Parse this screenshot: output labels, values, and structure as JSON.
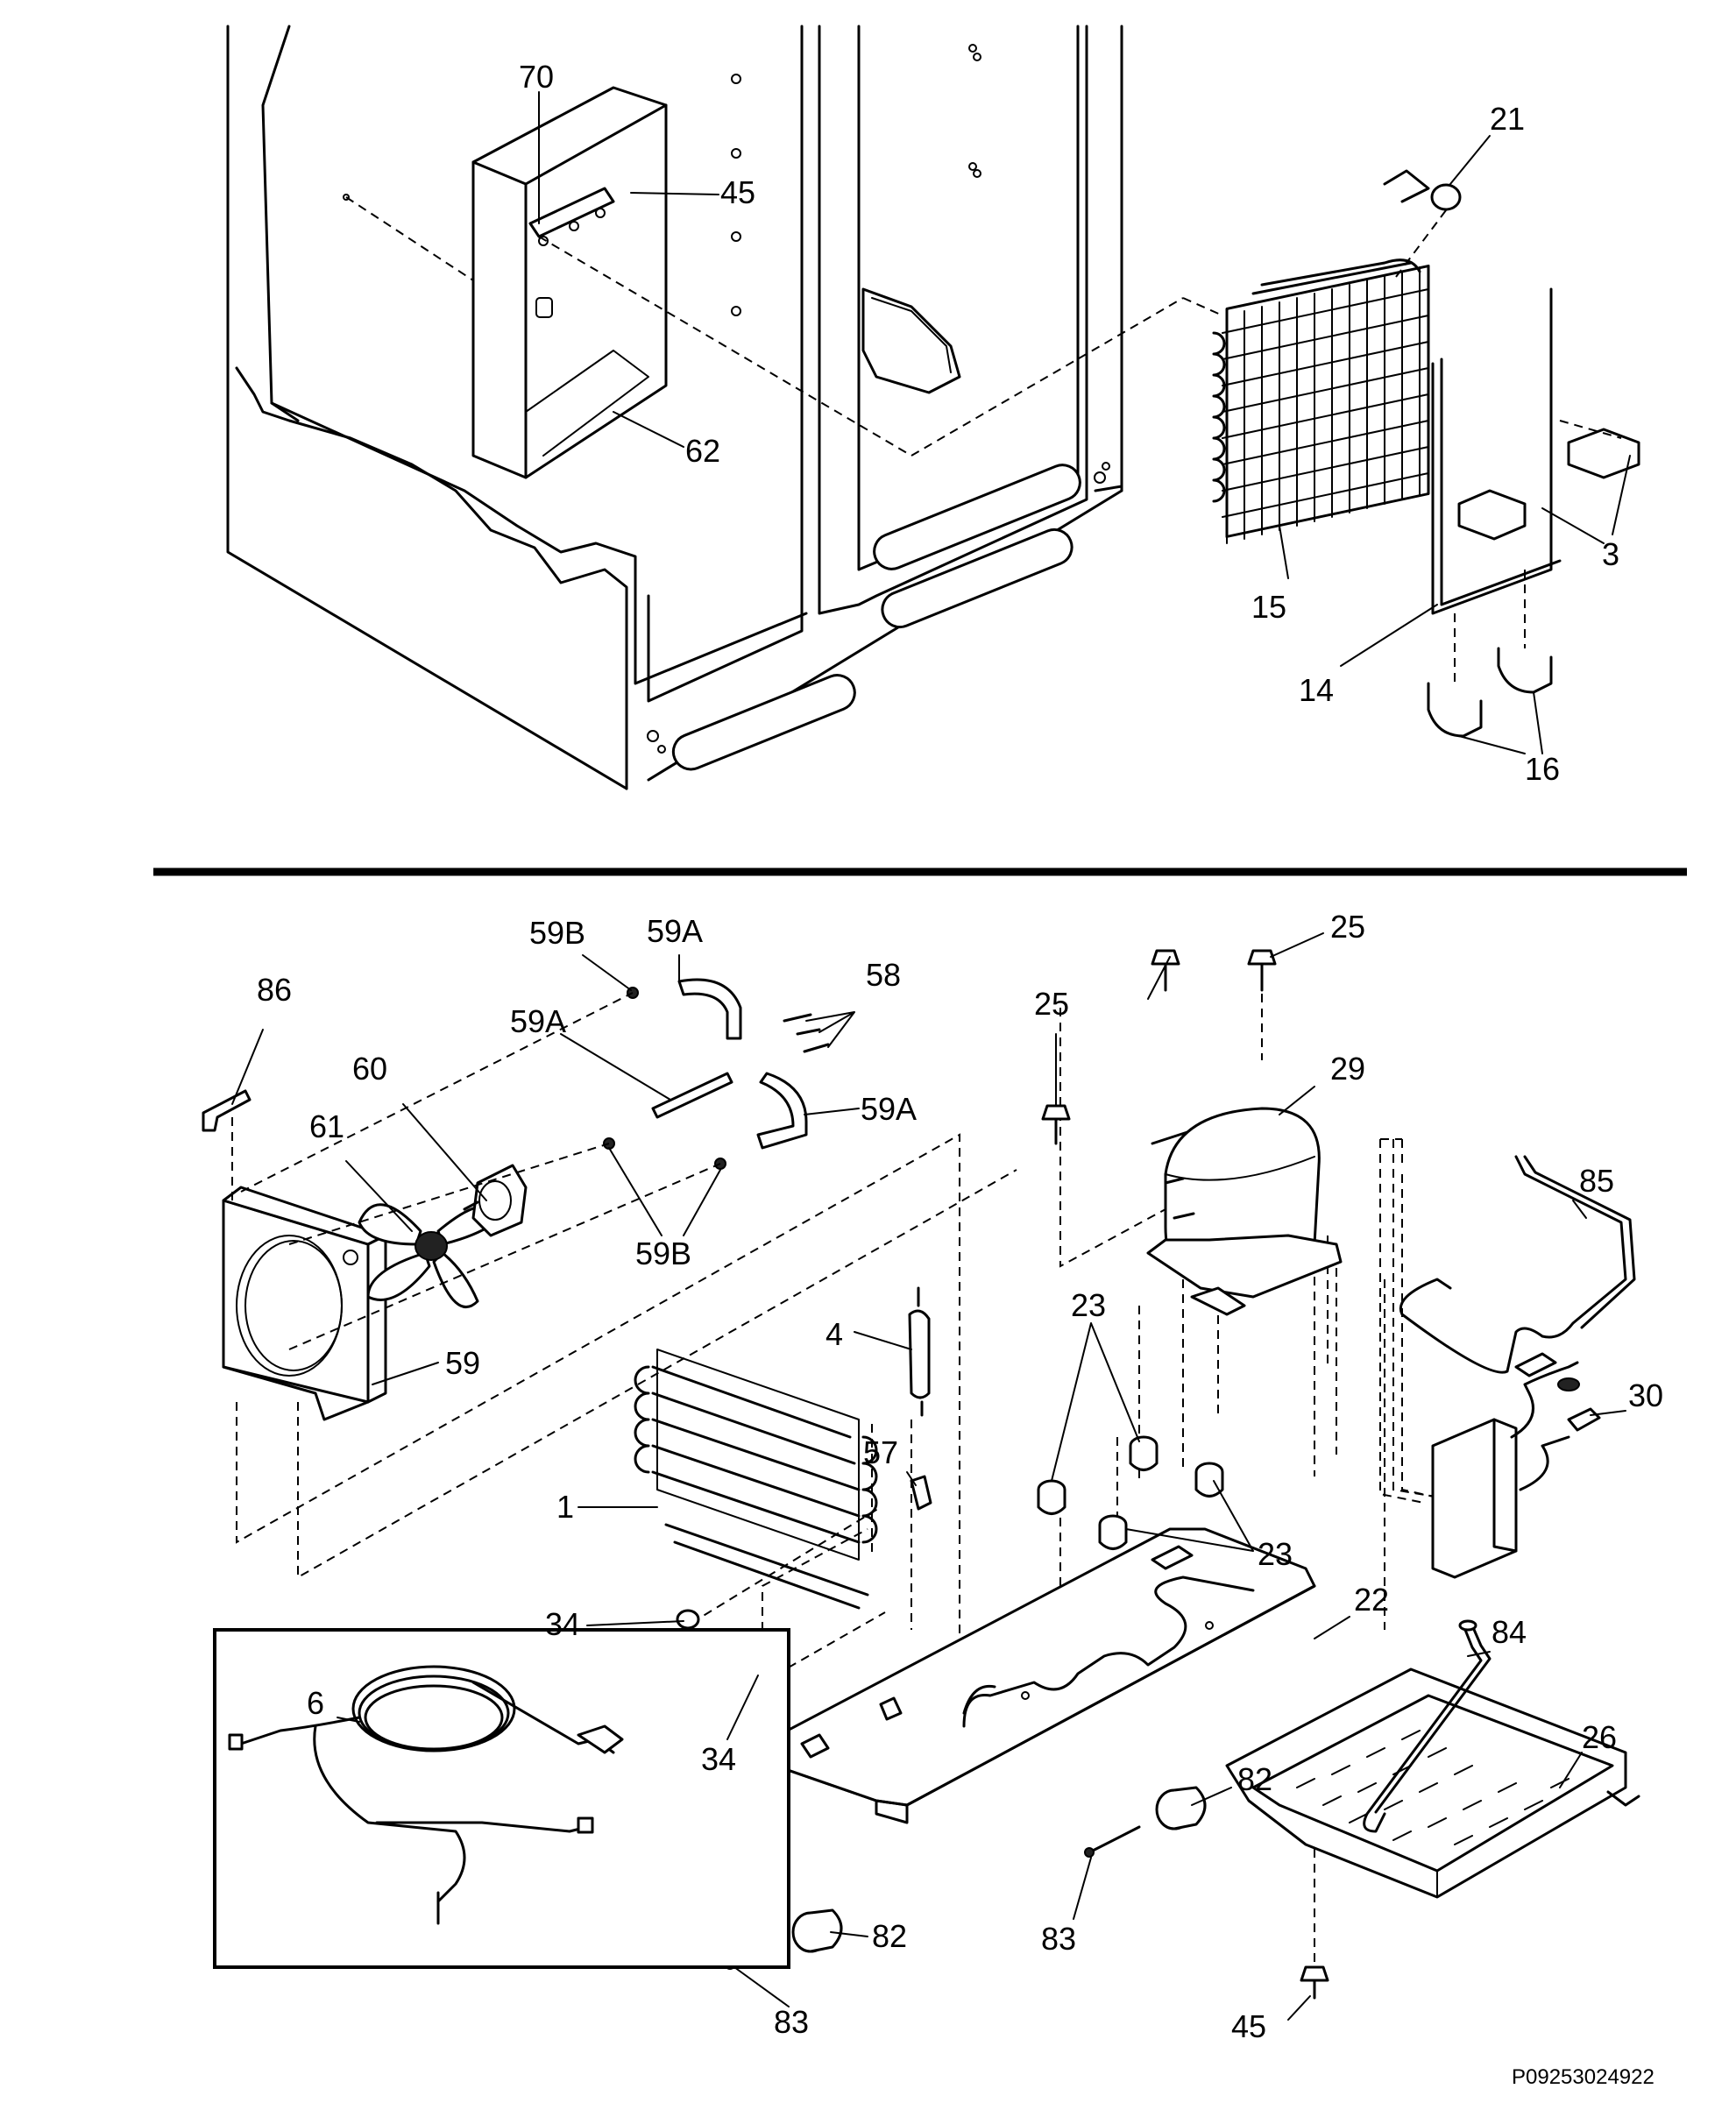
{
  "diagram": {
    "callouts": [
      {
        "id": "c70",
        "text": "70"
      },
      {
        "id": "c45top",
        "text": "45"
      },
      {
        "id": "c62",
        "text": "62"
      },
      {
        "id": "c21",
        "text": "21"
      },
      {
        "id": "c15",
        "text": "15"
      },
      {
        "id": "c3",
        "text": "3"
      },
      {
        "id": "c14",
        "text": "14"
      },
      {
        "id": "c16",
        "text": "16"
      },
      {
        "id": "c59Bt",
        "text": "59B"
      },
      {
        "id": "c59At",
        "text": "59A"
      },
      {
        "id": "c58",
        "text": "58"
      },
      {
        "id": "c86",
        "text": "86"
      },
      {
        "id": "c59Am",
        "text": "59A"
      },
      {
        "id": "c60",
        "text": "60"
      },
      {
        "id": "c61",
        "text": "61"
      },
      {
        "id": "c59Ar",
        "text": "59A"
      },
      {
        "id": "c59Bb",
        "text": "59B"
      },
      {
        "id": "c59",
        "text": "59"
      },
      {
        "id": "c25r",
        "text": "25"
      },
      {
        "id": "c25l",
        "text": "25"
      },
      {
        "id": "c29",
        "text": "29"
      },
      {
        "id": "c85",
        "text": "85"
      },
      {
        "id": "c23t",
        "text": "23"
      },
      {
        "id": "c4",
        "text": "4"
      },
      {
        "id": "c30",
        "text": "30"
      },
      {
        "id": "c57",
        "text": "57"
      },
      {
        "id": "c1",
        "text": "1"
      },
      {
        "id": "c23b",
        "text": "23"
      },
      {
        "id": "c22",
        "text": "22"
      },
      {
        "id": "c34t",
        "text": "34"
      },
      {
        "id": "c84",
        "text": "84"
      },
      {
        "id": "c6",
        "text": "6"
      },
      {
        "id": "c26",
        "text": "26"
      },
      {
        "id": "c82r",
        "text": "82"
      },
      {
        "id": "c34b",
        "text": "34"
      },
      {
        "id": "c83m",
        "text": "83"
      },
      {
        "id": "c82l",
        "text": "82"
      },
      {
        "id": "c45b",
        "text": "45"
      },
      {
        "id": "c83l",
        "text": "83"
      }
    ],
    "drawing_code": "P09253024922"
  }
}
